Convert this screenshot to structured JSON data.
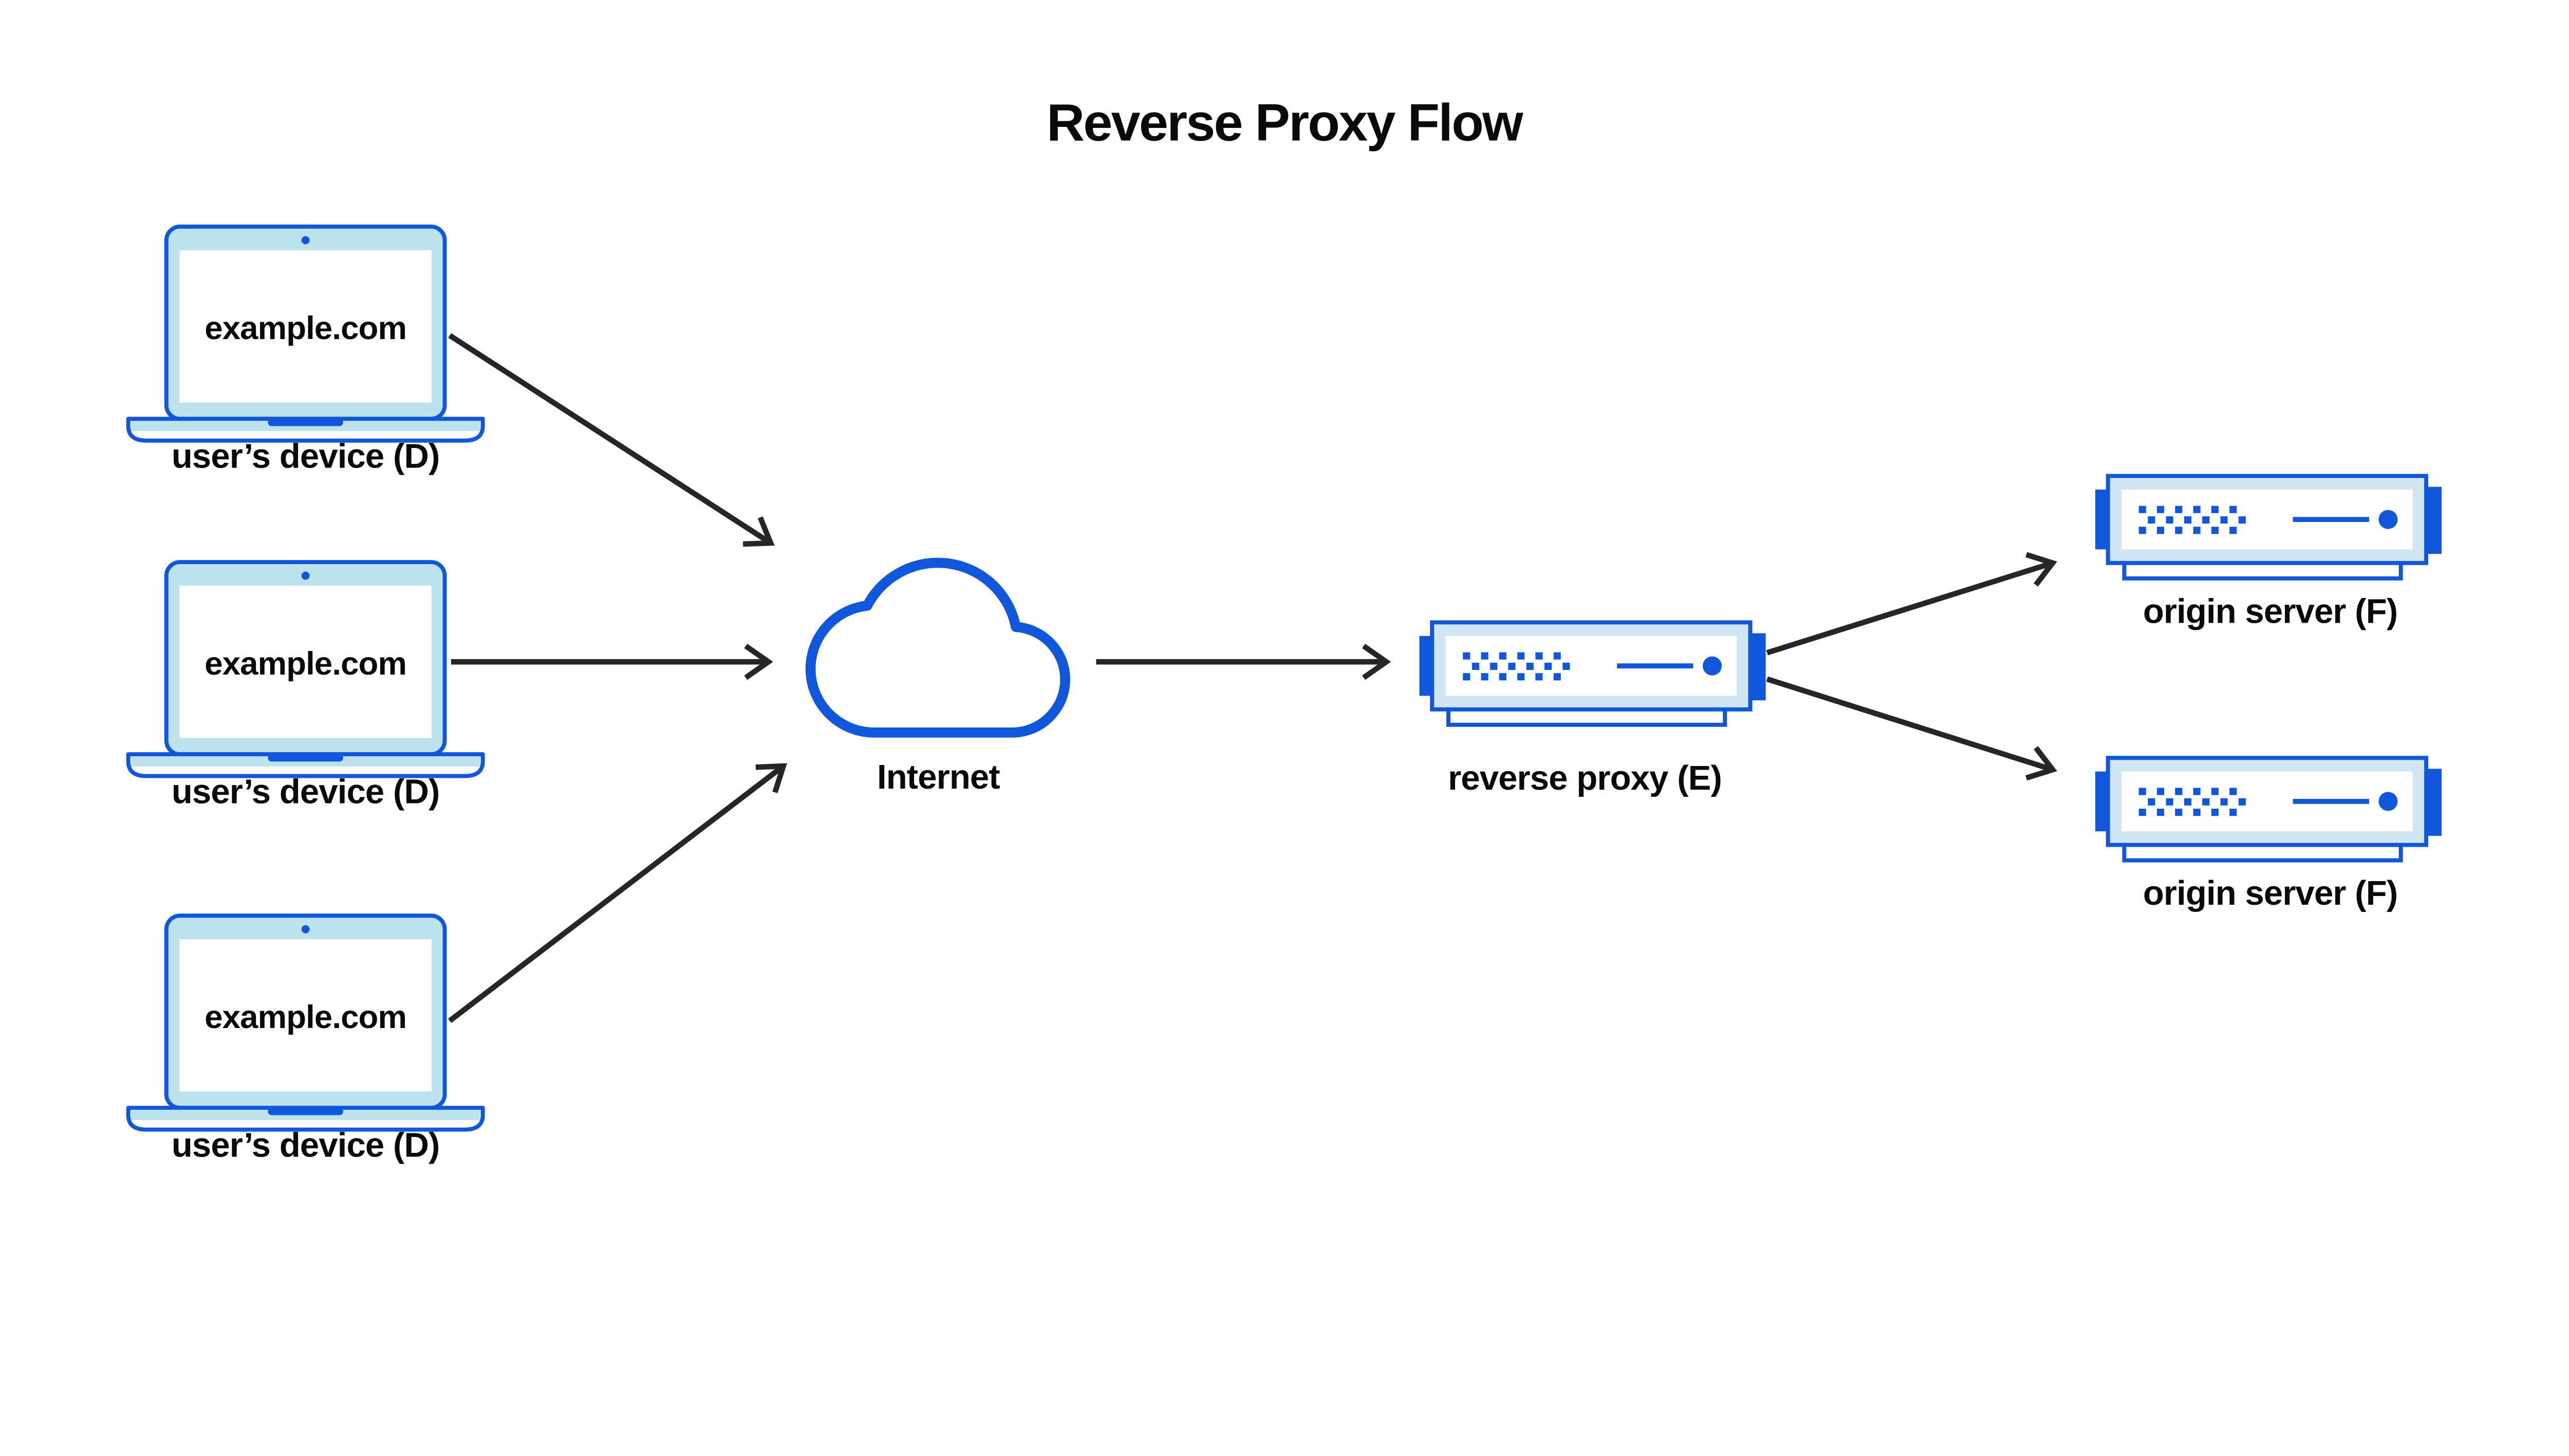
{
  "title": "Reverse Proxy Flow",
  "nodes": {
    "devices": [
      {
        "id": "user-device-1",
        "icon": "laptop-icon",
        "screen_text": "example.com",
        "label": "user’s device (D)"
      },
      {
        "id": "user-device-2",
        "icon": "laptop-icon",
        "screen_text": "example.com",
        "label": "user’s device (D)"
      },
      {
        "id": "user-device-3",
        "icon": "laptop-icon",
        "screen_text": "example.com",
        "label": "user’s device (D)"
      }
    ],
    "internet": {
      "id": "internet",
      "icon": "cloud-icon",
      "label": "Internet"
    },
    "reverse_proxy": {
      "id": "reverse-proxy",
      "icon": "server-icon",
      "label": "reverse proxy (E)"
    },
    "origin_servers": [
      {
        "id": "origin-server-1",
        "icon": "server-icon",
        "label": "origin server (F)"
      },
      {
        "id": "origin-server-2",
        "icon": "server-icon",
        "label": "origin server (F)"
      }
    ]
  },
  "flows": [
    {
      "from": "user-device-1",
      "to": "internet"
    },
    {
      "from": "user-device-2",
      "to": "internet"
    },
    {
      "from": "user-device-3",
      "to": "internet"
    },
    {
      "from": "internet",
      "to": "reverse-proxy"
    },
    {
      "from": "reverse-proxy",
      "to": "origin-server-1"
    },
    {
      "from": "reverse-proxy",
      "to": "origin-server-2"
    }
  ],
  "colors": {
    "primary_blue": "#1157DB",
    "laptop_fill": "#BCE2EE",
    "server_fill": "#D0E7F3",
    "arrow": "#262626",
    "text": "#0A0A0A",
    "background": "#FFFFFF"
  }
}
